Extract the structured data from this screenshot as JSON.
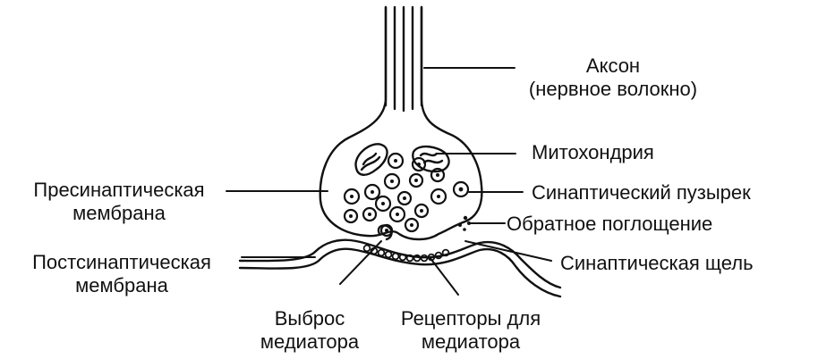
{
  "diagram": {
    "labels": {
      "axon_line1": "Аксон",
      "axon_line2": "(нервное волокно)",
      "mitochondria": "Митохондрия",
      "presynaptic_line1": "Пресинаптическая",
      "presynaptic_line2": "мембрана",
      "vesicle": "Синаптический пузырек",
      "reuptake": "Обратное поглощение",
      "postsynaptic_line1": "Постсинаптическая",
      "postsynaptic_line2": "мембрана",
      "cleft": "Синаптическая щель",
      "release_line1": "Выброс",
      "release_line2": "медиатора",
      "receptors_line1": "Рецепторы для",
      "receptors_line2": "медиатора"
    },
    "colors": {
      "ink": "#111111",
      "background": "#ffffff"
    }
  }
}
